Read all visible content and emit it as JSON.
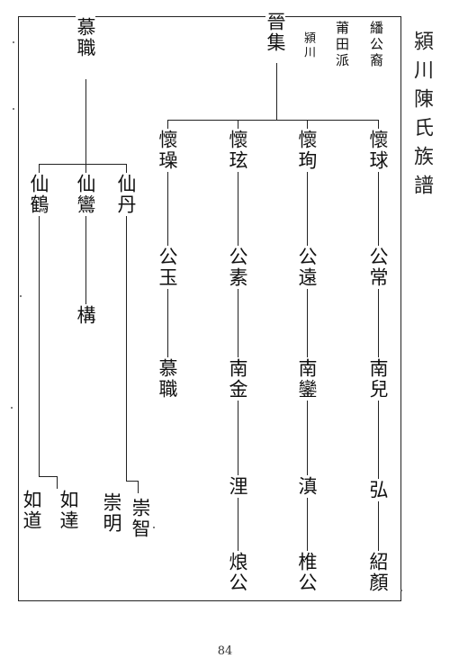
{
  "header": {
    "title": "潁川陳氏族譜"
  },
  "notes": {
    "n1": "繙公裔",
    "n2": "莆田派",
    "n3": "潁川"
  },
  "tree": {
    "root": "晉集",
    "sons": [
      "懷球",
      "懷珣",
      "懷玹",
      "懷璪"
    ],
    "col1": [
      "公常",
      "南兒",
      "弘",
      "紹顏"
    ],
    "col2": [
      "公遠",
      "南鑾",
      "滇",
      "椎公"
    ],
    "col3": [
      "公素",
      "南金",
      "浬",
      "烺公"
    ],
    "col4": [
      "公玉",
      "慕職"
    ],
    "left_root": "慕職",
    "left_sons": [
      "仙丹",
      "仙鸞",
      "仙鶴"
    ],
    "xian_dan_sons": [
      "崇智",
      "崇明"
    ],
    "xian_luan_son": "構",
    "xian_he_sons": [
      "如達",
      "如道"
    ]
  },
  "footer": {
    "page_number": "84"
  }
}
